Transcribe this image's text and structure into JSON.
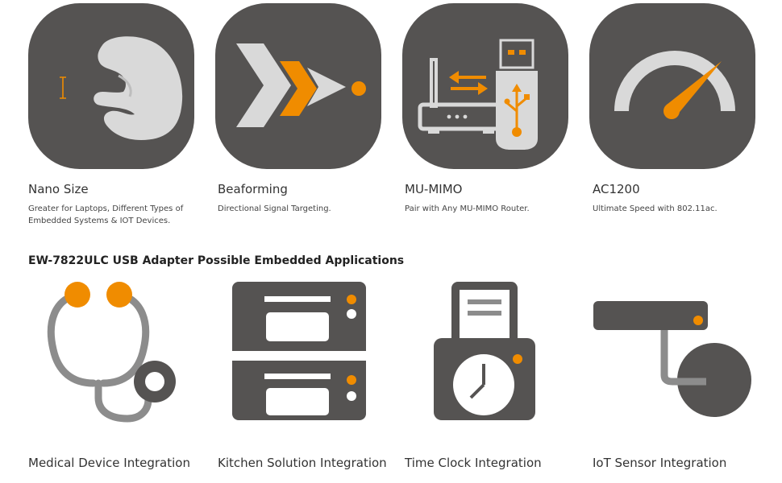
{
  "colors": {
    "tile": "#555352",
    "accent": "#f08c00",
    "light": "#d9d9d9",
    "mid": "#8c8c8c",
    "dark": "#555352"
  },
  "features": [
    {
      "icon": "nano-size-hand-icon",
      "title": "Nano Size",
      "description": "Greater for Laptops, Different Types of Embedded Systems & IOT Devices."
    },
    {
      "icon": "beamforming-chevrons-icon",
      "title": "Beaforming",
      "description": "Directional Signal Targeting."
    },
    {
      "icon": "mu-mimo-router-usb-icon",
      "title": "MU-MIMO",
      "description": "Pair with Any MU-MIMO Router."
    },
    {
      "icon": "speed-gauge-icon",
      "title": "AC1200",
      "description": "Ultimate Speed with 802.11ac."
    }
  ],
  "section": {
    "heading": "EW-7822ULC USB Adapter Possible Embedded Applications"
  },
  "applications": [
    {
      "icon": "stethoscope-icon",
      "label": "Medical Device Integration"
    },
    {
      "icon": "kitchen-cabinet-icon",
      "label": "Kitchen Solution Integration"
    },
    {
      "icon": "time-clock-icon",
      "label": "Time Clock Integration"
    },
    {
      "icon": "iot-sensor-icon",
      "label": "IoT Sensor Integration"
    }
  ]
}
